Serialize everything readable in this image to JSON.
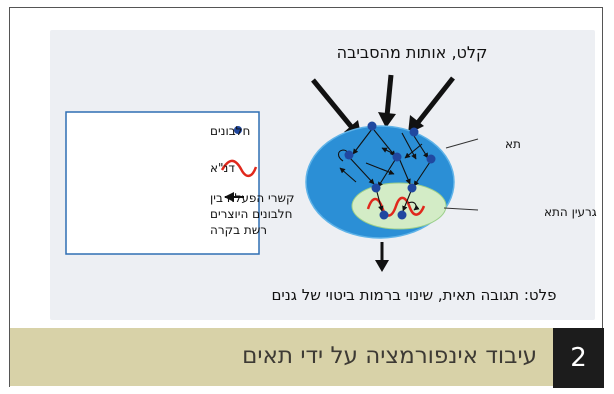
{
  "diagram": {
    "input_label": "קלט, אותות מהסביבה",
    "output_label": "פלט: תגובה תאית, שינוי ברמות ביטוי של גנים",
    "cell_label": "תא",
    "nucleus_label": "גרעין התא",
    "legend": {
      "proteins_label": "חלבונים",
      "dna_label": "דנ\"א",
      "interactions_label_lines": [
        "קשרי הפעלה בין",
        "חלבונים היוצרים",
        "רשת בקרה"
      ]
    },
    "colors": {
      "cell": "#2b8fd6",
      "cell_outline": "#5fb3e8",
      "nucleus": "#d3ecc6",
      "protein": "#2048a0",
      "dna": "#e0281c",
      "figure_background": "#edeff3"
    }
  },
  "caption": {
    "text": "עיבוד אינפורמציה על ידי תאים",
    "number": "2"
  }
}
